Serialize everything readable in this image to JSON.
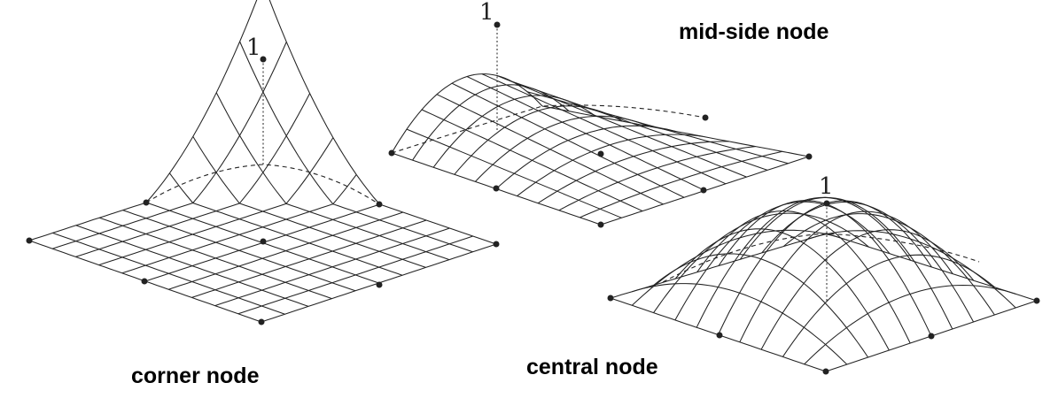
{
  "diagrams": [
    {
      "id": "corner",
      "caption": "corner node",
      "peak_label": "1",
      "kind": "corner",
      "divisions": 10
    },
    {
      "id": "midside",
      "caption": "mid-side node",
      "peak_label": "1",
      "kind": "midside",
      "divisions": 10
    },
    {
      "id": "central",
      "caption": "central node",
      "peak_label": "1",
      "kind": "central",
      "divisions": 10
    }
  ]
}
